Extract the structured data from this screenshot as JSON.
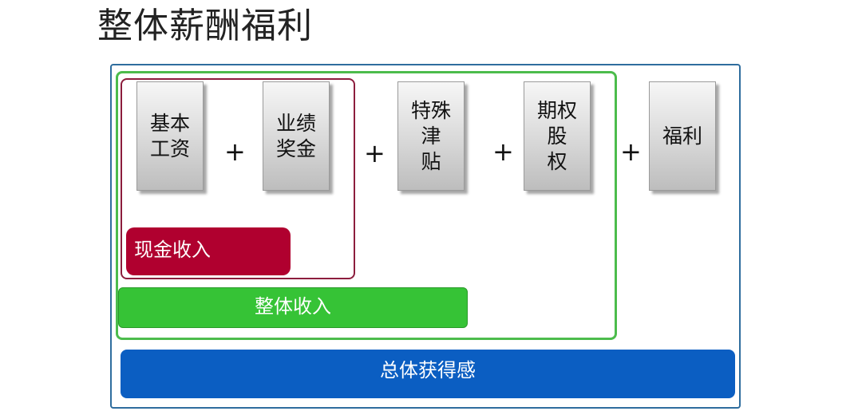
{
  "title": "整体薪酬福利",
  "components": [
    {
      "label": "基本\n工资"
    },
    {
      "label": "业绩\n奖金"
    },
    {
      "label": "特殊津\n贴"
    },
    {
      "label": "期权股\n权"
    },
    {
      "label": "福利"
    }
  ],
  "operator": "+",
  "groups": {
    "cash_income": "现金收入",
    "total_income": "整体收入",
    "overall_sense": "总体获得感"
  },
  "colors": {
    "cash_income": "#b0002f",
    "total_income": "#36c336",
    "overall_sense": "#0b5ec2",
    "green_frame": "#4cbc4c",
    "red_frame": "#8c1d3d",
    "outer_frame": "#2f6d9e"
  }
}
